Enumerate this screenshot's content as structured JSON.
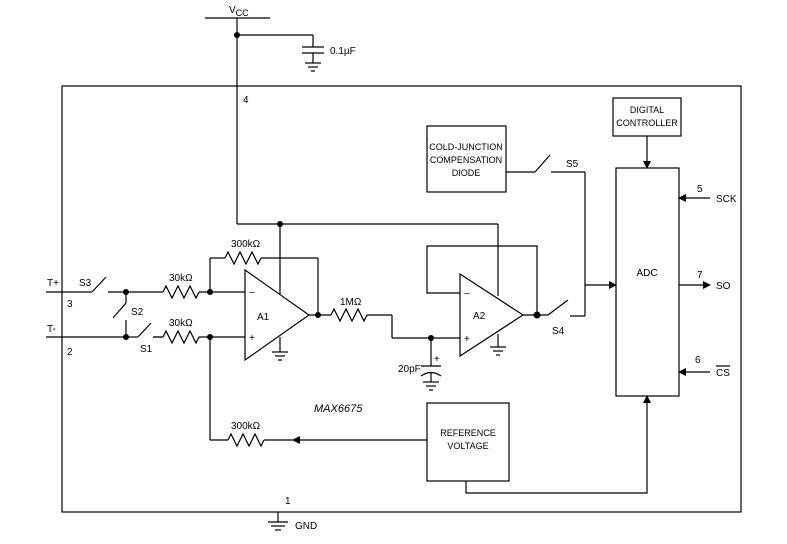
{
  "chip": {
    "part_number": "MAX6675"
  },
  "blocks": {
    "digital_controller": [
      "DIGITAL",
      "CONTROLLER"
    ],
    "cold_junction": [
      "COLD-JUNCTION",
      "COMPENSATION",
      "DIODE"
    ],
    "adc": "ADC",
    "reference": [
      "REFERENCE",
      "VOLTAGE"
    ]
  },
  "supply": {
    "vcc": "V",
    "vcc_sub": "CC",
    "cap": "0.1µF",
    "vcc_pin": "4"
  },
  "ground": {
    "gnd": "GND",
    "gnd_pin": "1"
  },
  "inputs": [
    {
      "label": "T+",
      "pin": "3"
    },
    {
      "label": "T-",
      "pin": "2"
    }
  ],
  "switches": {
    "s1": "S1",
    "s2": "S2",
    "s3": "S3",
    "s4": "S4",
    "s5": "S5"
  },
  "resistors": {
    "r_in_top": "30kΩ",
    "r_in_bottom": "30kΩ",
    "r_feedback": "300kΩ",
    "r_ref": "300kΩ",
    "r_filter": "1MΩ"
  },
  "capacitors": {
    "c_filter": "20pF",
    "polarity": "+"
  },
  "amps": {
    "a1": {
      "name": "A1",
      "minus": "−",
      "plus": "+"
    },
    "a2": {
      "name": "A2",
      "minus": "−",
      "plus": "+"
    }
  },
  "pins": {
    "sck": {
      "label": "SCK",
      "num": "5"
    },
    "so": {
      "label": "SO",
      "num": "7"
    },
    "cs": {
      "label": "CS",
      "num": "6"
    }
  }
}
